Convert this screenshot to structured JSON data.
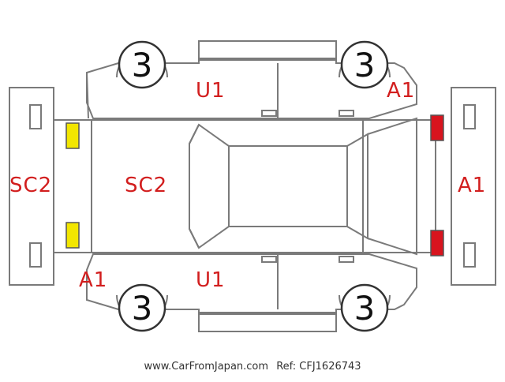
{
  "labels": {
    "rear_bumper": "SC2",
    "trunk": "SC2",
    "front_bumper": "A1",
    "front_right_fender": "A1",
    "rear_left_corner": "A1",
    "top_door": "U1",
    "bottom_door": "U1"
  },
  "wheels": {
    "rear_top": "3",
    "front_top": "3",
    "rear_bottom": "3",
    "front_bottom": "3"
  },
  "footer": {
    "site": "www.CarFromJapan.com",
    "ref": "Ref: CFJ1626743"
  },
  "colors": {
    "label": "#d21e1e",
    "outline": "#7a7a7a",
    "rear_lights": "#f2e600",
    "front_lights": "#d8141e"
  }
}
